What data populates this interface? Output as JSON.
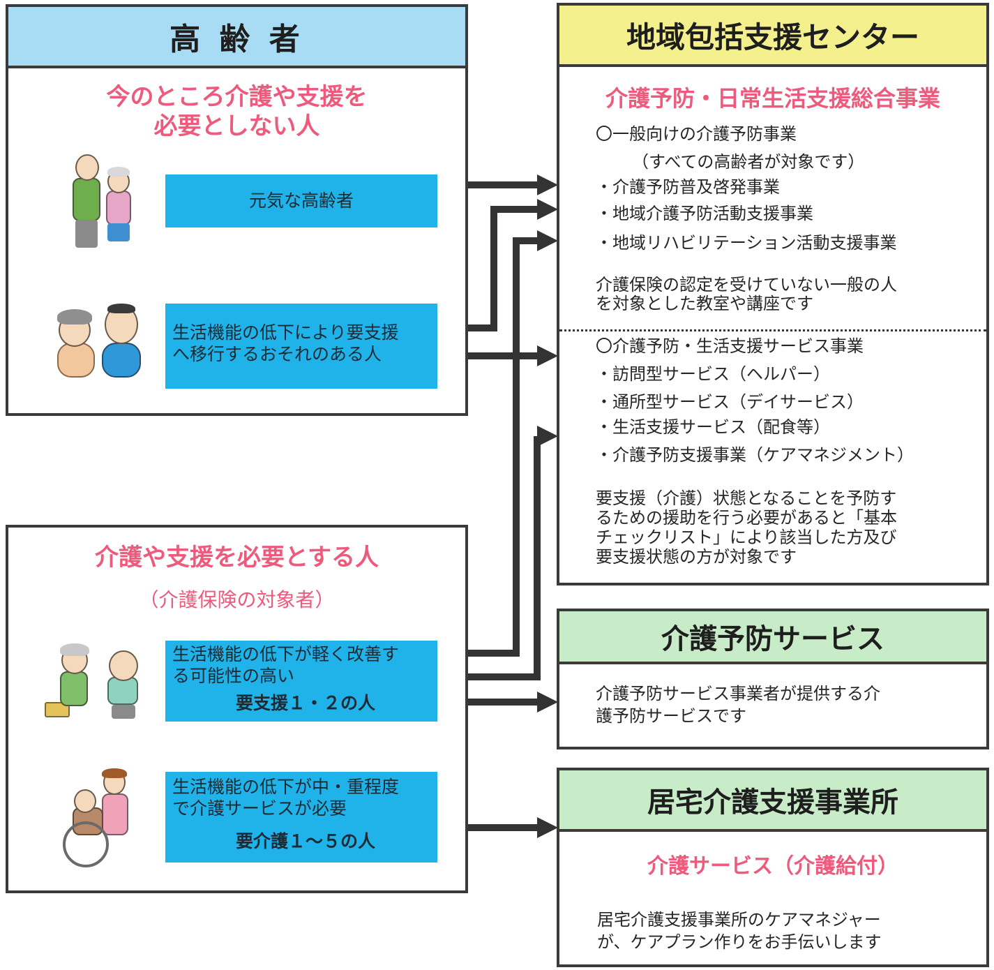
{
  "left_top": {
    "header": "高 齢 者",
    "subtitle_line1": "今のところ介護や支援を",
    "subtitle_line2": "必要としない人",
    "panel1": "元気な高齢者",
    "panel2_line1": "生活機能の低下により要支援",
    "panel2_line2": "へ移行するおそれのある人"
  },
  "left_bottom": {
    "title": "介護や支援を必要とする人",
    "subtitle": "（介護保険の対象者）",
    "panel1_line1": "生活機能の低下が軽く改善す",
    "panel1_line2": "る可能性の高い",
    "panel1_bold": "要支援１・２の人",
    "panel2_line1": "生活機能の低下が中・重程度",
    "panel2_line2": "で介護サービスが必要",
    "panel2_bold": "要介護１～５の人"
  },
  "center": {
    "header": "地域包括支援センター",
    "title": "介護予防・日常生活支援総合事業",
    "sec1_head": "〇一般向けの介護予防事業",
    "sec1_sub": "（すべての高齢者が対象です）",
    "sec1_items": [
      "・介護予防普及啓発事業",
      "・地域介護予防活動支援事業",
      "・地域リハビリテーション活動支援事業"
    ],
    "sec1_note_line1": "介護保険の認定を受けていない一般の人",
    "sec1_note_line2": "を対象とした教室や講座です",
    "sec2_head": "〇介護予防・生活支援サービス事業",
    "sec2_items": [
      "・訪問型サービス（ヘルパー）",
      "・通所型サービス（デイサービス）",
      "・生活支援サービス（配食等）",
      "・介護予防支援事業（ケアマネジメント）"
    ],
    "sec2_note_line1": "要支援（介護）状態となることを予防す",
    "sec2_note_line2": "るための援助を行う必要があると「基本",
    "sec2_note_line3": "チェックリスト」により該当した方及び",
    "sec2_note_line4": "要支援状態の方が対象です"
  },
  "prevention": {
    "header": "介護予防サービス",
    "text_line1": "介護予防サービス事業者が提供する介",
    "text_line2": "護予防サービスです"
  },
  "home_care": {
    "header": "居宅介護支援事業所",
    "title": "介護サービス（介護給付）",
    "text_line1": "居宅介護支援事業所のケアマネジャー",
    "text_line2": "が、ケアプラン作りをお手伝いします"
  },
  "colors": {
    "header_blue": "#a8dcf4",
    "header_yellow": "#f4f08e",
    "header_green": "#c8ecc8",
    "panel_blue": "#1fb3ea",
    "pink_text": "#ee5a7c",
    "arrow": "#333333"
  },
  "icons": [
    "elderly-couple-icon",
    "worried-elderly-icon",
    "elderly-walker-icon",
    "wheelchair-caregiver-icon"
  ]
}
